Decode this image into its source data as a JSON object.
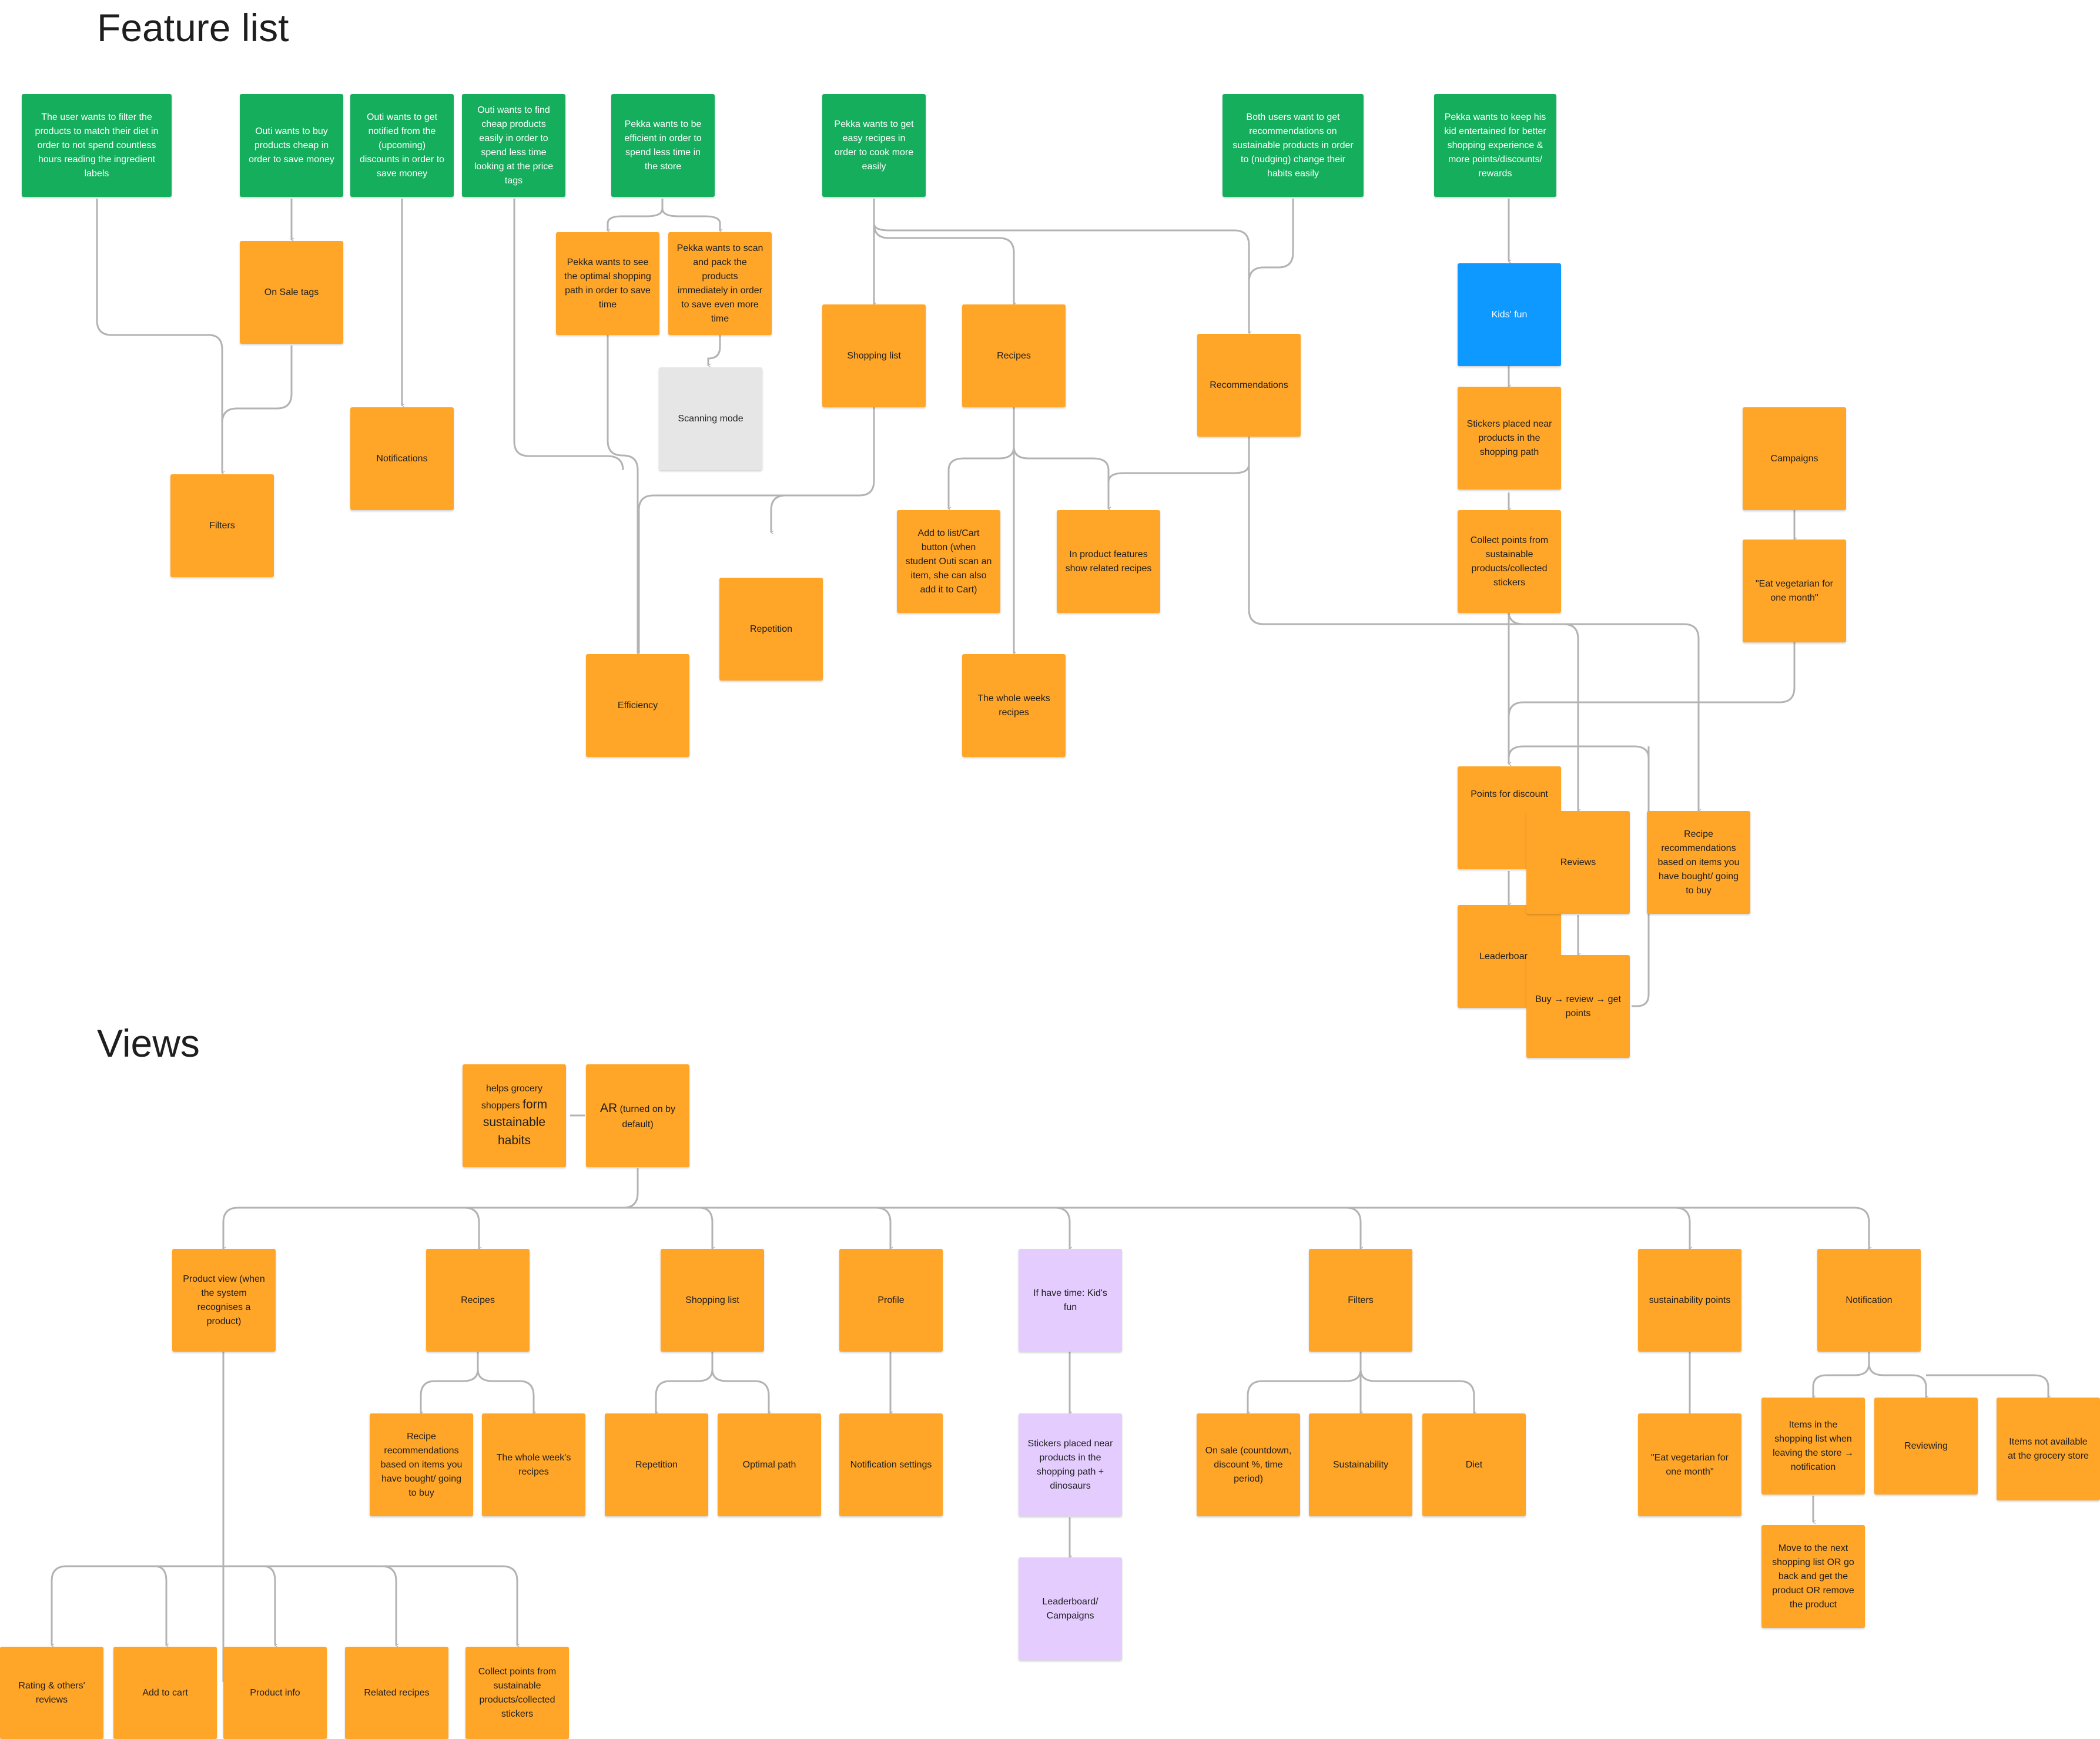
{
  "headings": {
    "feature_list": "Feature list",
    "views": "Views"
  },
  "feature_list": {
    "filter_story": "The user wants to filter the products to match their diet in order to not spend countless hours reading the ingredient labels",
    "outi_cheap": "Outi wants to buy products cheap in order to save money",
    "outi_notified": "Outi wants to get notified from the (upcoming) discounts in order to save money",
    "outi_find_cheap": "Outi wants to find cheap products easily in order to spend less time looking at the price tags",
    "pekka_efficient": "Pekka wants to be efficient in order to spend less time in the store",
    "pekka_recipes": "Pekka wants to get easy recipes in order to cook more easily",
    "both_users": "Both users want to get recommendations on sustainable products in order to (nudging) change their habits easily",
    "pekka_kid": "Pekka wants to keep his kid entertained for better shopping experience & more points/discounts/ rewards",
    "on_sale_tags": "On Sale tags",
    "pekka_optimal": "Pekka wants to see the optimal shopping path in order to save time",
    "pekka_scan": "Pekka wants to scan and pack the products immediately in order to save even more time",
    "shopping_list": "Shopping list",
    "recipes": "Recipes",
    "recommendations": "Recommendations",
    "kids_fun": "Kids' fun",
    "scanning_mode": "Scanning mode",
    "notifications": "Notifications",
    "filters": "Filters",
    "stickers": "Stickers placed near products in the shopping path",
    "campaigns": "Campaigns",
    "add_to_list": "Add to list/Cart button (when student Outi scan an item, she can also add it to Cart)",
    "product_features": "In product features show related recipes",
    "collect_points": "Collect points from sustainable products/collected stickers",
    "eat_veg": "\"Eat vegetarian for one month\"",
    "repetition": "Repetition",
    "efficiency": "Efficiency",
    "whole_weeks": "The whole weeks recipes",
    "points_discount": "Points for discount",
    "reviews": "Reviews",
    "recipe_recs": "Recipe recommendations based on items you have bought/ going to buy",
    "leaderboard": "Leaderboar",
    "buy_review": "Buy → review → get points"
  },
  "views": {
    "helps_small": "helps grocery shoppers",
    "helps_large": "form sustainable habits",
    "ar_large": "AR",
    "ar_small": "(turned on by default)",
    "product_view": "Product view (when the system recognises a product)",
    "recipes": "Recipes",
    "shopping_list": "Shopping list",
    "profile": "Profile",
    "kids_fun": "If have time: Kid's fun",
    "filters": "Filters",
    "sustainability_points": "sustainability points",
    "notification": "Notification",
    "recipe_recs": "Recipe recommendations based on items you have bought/ going to buy",
    "whole_weeks": "The whole week's recipes",
    "repetition": "Repetition",
    "optimal_path": "Optimal path",
    "notification_settings": "Notification settings",
    "stickers": "Stickers placed near products in the shopping path + dinosaurs",
    "on_sale": "On sale (countdown, discount %, time period)",
    "sustainability": "Sustainability",
    "diet": "Diet",
    "eat_veg": "\"Eat vegetarian for one month\"",
    "items_in_list": "Items in the shopping list when leaving the store → notification",
    "reviewing": "Reviewing",
    "items_not_available": "Items not available at the grocery store",
    "leaderboard_campaigns": "Leaderboard/ Campaigns",
    "move_next": "Move to the next shopping list OR go back and get the product OR remove the product",
    "rating": "Rating & others' reviews",
    "add_to_cart": "Add to cart",
    "product_info": "Product info",
    "related_recipes": "Related recipes",
    "collect_points": "Collect points from sustainable products/collected stickers"
  },
  "colors": {
    "user_story": "#14ae5c",
    "feature": "#ffa629",
    "highlight": "#0d99ff",
    "inactive": "#e6e6e6",
    "optional": "#e4ccff",
    "connector": "#b3b3b3"
  }
}
